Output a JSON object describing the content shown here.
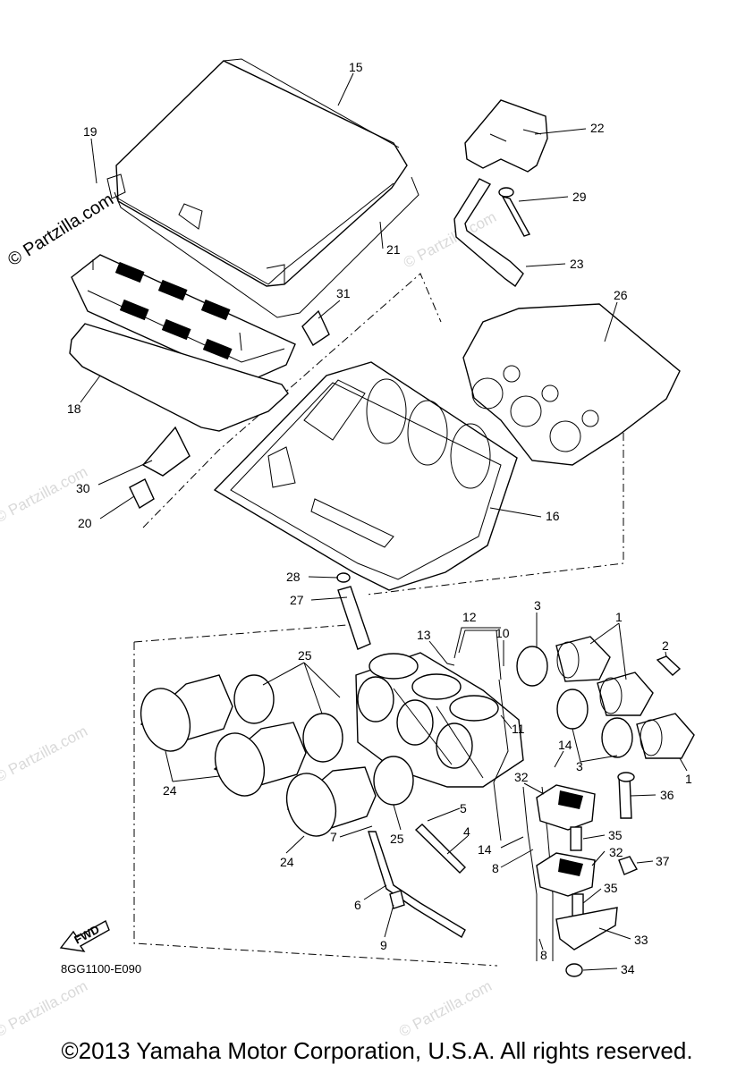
{
  "callouts": [
    {
      "id": "c15",
      "text": "15"
    },
    {
      "id": "c19",
      "text": "19"
    },
    {
      "id": "c22",
      "text": "22"
    },
    {
      "id": "c29",
      "text": "29"
    },
    {
      "id": "c23",
      "text": "23"
    },
    {
      "id": "c21",
      "text": "21"
    },
    {
      "id": "c31",
      "text": "31"
    },
    {
      "id": "c26",
      "text": "26"
    },
    {
      "id": "c18",
      "text": "18"
    },
    {
      "id": "c30",
      "text": "30"
    },
    {
      "id": "c20",
      "text": "20"
    },
    {
      "id": "c16",
      "text": "16"
    },
    {
      "id": "c28",
      "text": "28"
    },
    {
      "id": "c27",
      "text": "27"
    },
    {
      "id": "c12",
      "text": "12"
    },
    {
      "id": "c3a",
      "text": "3"
    },
    {
      "id": "c1a",
      "text": "1"
    },
    {
      "id": "c13",
      "text": "13"
    },
    {
      "id": "c10",
      "text": "10"
    },
    {
      "id": "c25a",
      "text": "25"
    },
    {
      "id": "c2",
      "text": "2"
    },
    {
      "id": "c11",
      "text": "11"
    },
    {
      "id": "c14a",
      "text": "14"
    },
    {
      "id": "c3b",
      "text": "3"
    },
    {
      "id": "c1b",
      "text": "1"
    },
    {
      "id": "c24a",
      "text": "24"
    },
    {
      "id": "c32a",
      "text": "32"
    },
    {
      "id": "c36",
      "text": "36"
    },
    {
      "id": "c5",
      "text": "5"
    },
    {
      "id": "c35a",
      "text": "35"
    },
    {
      "id": "c7",
      "text": "7"
    },
    {
      "id": "c25b",
      "text": "25"
    },
    {
      "id": "c4",
      "text": "4"
    },
    {
      "id": "c14b",
      "text": "14"
    },
    {
      "id": "c32b",
      "text": "32"
    },
    {
      "id": "c24b",
      "text": "24"
    },
    {
      "id": "c8a",
      "text": "8"
    },
    {
      "id": "c37",
      "text": "37"
    },
    {
      "id": "c6",
      "text": "6"
    },
    {
      "id": "c35b",
      "text": "35"
    },
    {
      "id": "c33",
      "text": "33"
    },
    {
      "id": "c9",
      "text": "9"
    },
    {
      "id": "c8b",
      "text": "8"
    },
    {
      "id": "c34",
      "text": "34"
    }
  ],
  "diagram_code": "8GG1100-E090",
  "fwd_label": "FWD",
  "watermark": "© Partzilla.com",
  "copyright": "©2013 Yamaha Motor Corporation, U.S.A. All rights reserved."
}
